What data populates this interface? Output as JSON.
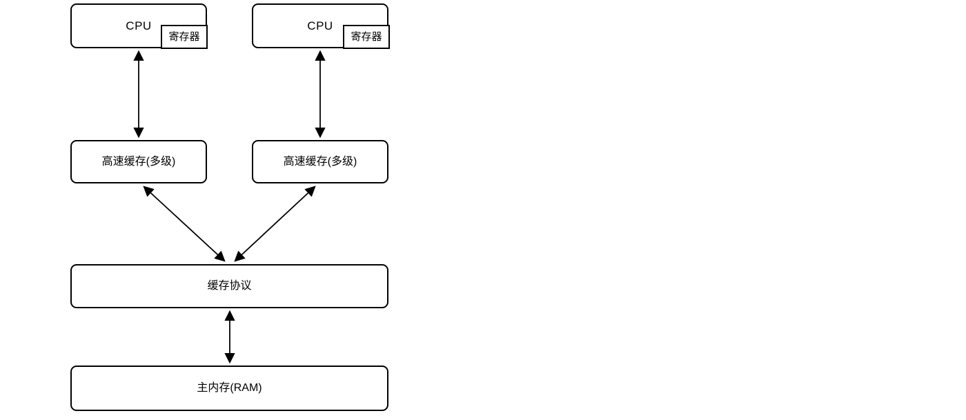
{
  "diagram": {
    "nodes": {
      "cpu1": "CPU",
      "register1": "寄存器",
      "cpu2": "CPU",
      "register2": "寄存器",
      "cache1": "高速缓存(多级)",
      "cache2": "高速缓存(多级)",
      "protocol": "缓存协议",
      "ram": "主内存(RAM)"
    },
    "colors": {
      "stroke": "#000000",
      "fill": "#ffffff",
      "text": "#000000",
      "canvas": "#ffffff"
    },
    "edges": [
      {
        "from": "cpu1",
        "to": "cache1",
        "type": "bidirectional-arrow"
      },
      {
        "from": "cpu2",
        "to": "cache2",
        "type": "bidirectional-arrow"
      },
      {
        "from": "cache1",
        "to": "protocol",
        "type": "bidirectional-arrow"
      },
      {
        "from": "cache2",
        "to": "protocol",
        "type": "bidirectional-arrow"
      },
      {
        "from": "protocol",
        "to": "ram",
        "type": "bidirectional-arrow"
      }
    ]
  }
}
